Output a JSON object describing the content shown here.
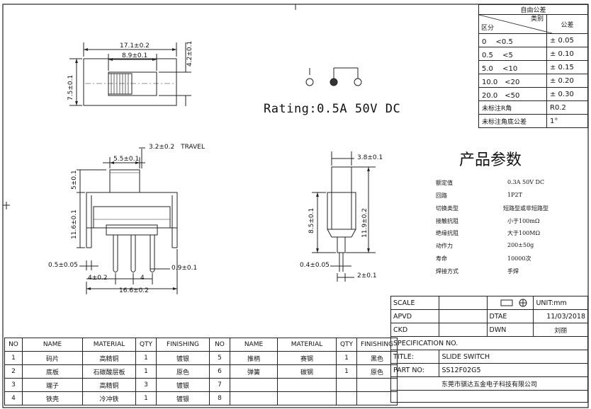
{
  "tolerance_table": {
    "title": "自由公差",
    "category_label": "类别",
    "zone_label": "区分",
    "tolerance_label": "公差",
    "rows": [
      {
        "range": "0　 <0.5",
        "tol": "± 0.05"
      },
      {
        "range": "0.5　 <5",
        "tol": "± 0.10"
      },
      {
        "range": "5.0　 <10",
        "tol": "± 0.15"
      },
      {
        "range": "10.0　<20",
        "tol": "± 0.20"
      },
      {
        "range": "20.0　<50",
        "tol": "± 0.30"
      },
      {
        "range": "未标注R角",
        "tol": "R0.2"
      },
      {
        "range": "未标注角底公差",
        "tol": "1°"
      }
    ]
  },
  "top_view": {
    "dim_overall_width": "17.1±0.2",
    "dim_slot_width": "8.9±0.1",
    "dim_height": "7.5±0.1",
    "dim_slot_height": "4.2±0.1"
  },
  "front_view": {
    "dim_travel": "3.2±0.2　TRAVEL",
    "dim_knob_width": "5.5±0.1",
    "dim_knob_height": "5±0.1",
    "dim_body_height": "11.6±0.1",
    "dim_pin_width": "0.5±0.05",
    "dim_pin_pitch_a": "4±0.2",
    "dim_pin_pitch_b": "4",
    "dim_pin_thickness": "0.9±0.1",
    "dim_total_width": "16.6±0.2"
  },
  "side_view": {
    "dim_knob": "3.8±0.1",
    "dim_inner_height": "8.5±0.1",
    "dim_outer_height": "11.9±0.2",
    "dim_pin": "0.4±0.05",
    "dim_pin_width": "2±0.1"
  },
  "rating": "Rating:0.5A 50V DC",
  "params": {
    "title": "产品参数",
    "rows": [
      {
        "label": "额定值",
        "value": "0.3A 50V DC"
      },
      {
        "label": "回路",
        "value": "1P2T"
      },
      {
        "label": "切换类型",
        "value": "短路型或非短路型"
      },
      {
        "label": "接触抗阻",
        "value": "小于100mΩ"
      },
      {
        "label": "绝缘抗阻",
        "value": "大于100MΩ"
      },
      {
        "label": "动作力",
        "value": "200±50g"
      },
      {
        "label": "寿命",
        "value": "10000次"
      },
      {
        "label": "焊接方式",
        "value": "手焊"
      }
    ]
  },
  "title_block": {
    "scale_label": "SCALE",
    "unit_label": "UNIT:mm",
    "apvd_label": "APVD",
    "date_label": "DTAE",
    "date_value": "11/03/2018",
    "ckd_label": "CKD",
    "dwn_label": "DWN",
    "dwn_value": "刘丽",
    "spec_label": "SPECIFICATION NO.",
    "title_label": "TITLE:",
    "title_value": "SLIDE SWITCH",
    "part_label": "PART NO:",
    "part_value": "SS12F02G5",
    "company": "东莞市骐达五金电子科技有限公司"
  },
  "bom": {
    "headers": [
      "NO",
      "NAME",
      "MATERIAL",
      "QTY",
      "FINISHING",
      "NO",
      "NAME",
      "MATERIAL",
      "QTY",
      "FINISHING"
    ],
    "rows": [
      [
        "1",
        "码片",
        "高精铜",
        "1",
        "镀银",
        "5",
        "推柄",
        "赛钢",
        "1",
        "黑色"
      ],
      [
        "2",
        "底板",
        "石碳酸层板",
        "1",
        "原色",
        "6",
        "弹簧",
        "碳钢",
        "1",
        "原色"
      ],
      [
        "3",
        "端子",
        "高精铜",
        "3",
        "镀银",
        "7",
        "",
        "",
        "",
        ""
      ],
      [
        "4",
        "铁壳",
        "冷冲铁",
        "1",
        "镀银",
        "8",
        "",
        "",
        "",
        ""
      ]
    ]
  }
}
